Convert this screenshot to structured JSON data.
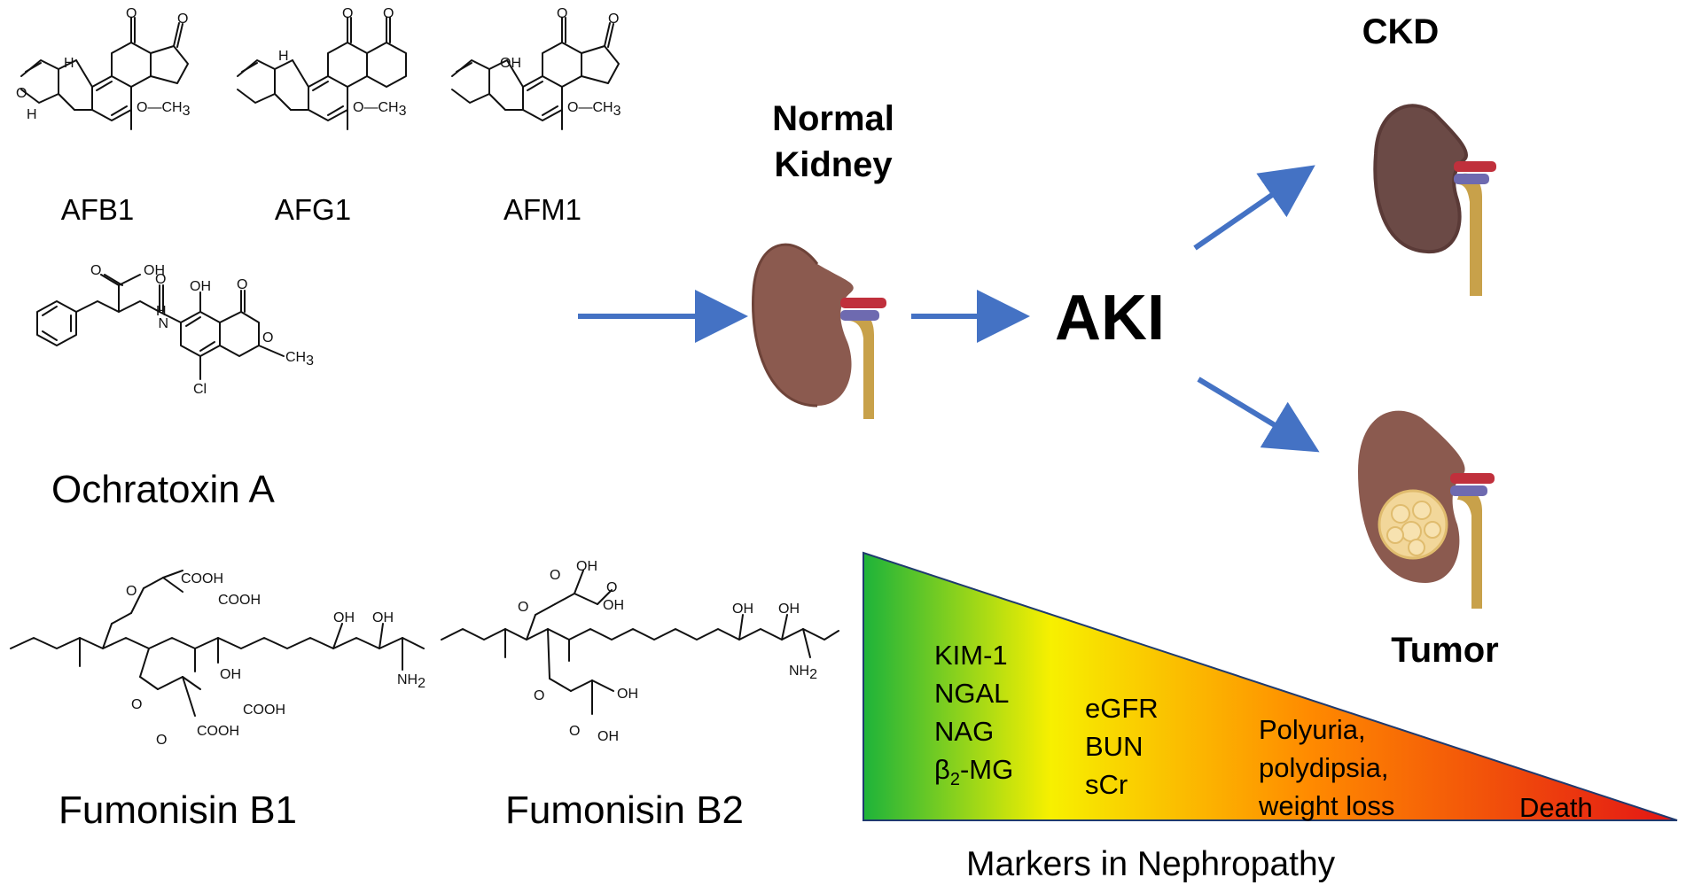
{
  "compounds": {
    "afb1": "AFB1",
    "afg1": "AFG1",
    "afm1": "AFM1",
    "ochratoxin": "Ochratoxin A",
    "fumonisin_b1": "Fumonisin B1",
    "fumonisin_b2": "Fumonisin B2"
  },
  "atoms": {
    "o": "O",
    "h": "H",
    "oh": "OH",
    "och3": "O—CH",
    "three": "3",
    "ch3": "CH",
    "nh": "N",
    "cl": "Cl",
    "cooh": "COOH",
    "o_label": "O",
    "nh2": "NH",
    "two": "2"
  },
  "stages": {
    "normal": [
      "Normal",
      "Kidney"
    ],
    "aki": "AKI",
    "ckd": "CKD",
    "tumor": "Tumor"
  },
  "markers": {
    "early": [
      "KIM-1",
      "NGAL",
      "NAG",
      "β",
      "2",
      "-MG"
    ],
    "mid": [
      "eGFR",
      "BUN",
      "sCr"
    ],
    "late": [
      "Polyuria,",
      "polydipsia,",
      "weight loss"
    ],
    "end": "Death",
    "caption": "Markers in Nephropathy"
  },
  "colors": {
    "arrow": "#4472C4",
    "kidney": "#8B5A4F",
    "ckd_kidney": "#6B4A46",
    "artery": "#C0303C",
    "vein": "#6E6AB0",
    "ureter": "#C8A14A",
    "tumor": "#F2D79A",
    "gradient": [
      "#1db33a",
      "#f7f000",
      "#ff8a00",
      "#e31515"
    ]
  }
}
